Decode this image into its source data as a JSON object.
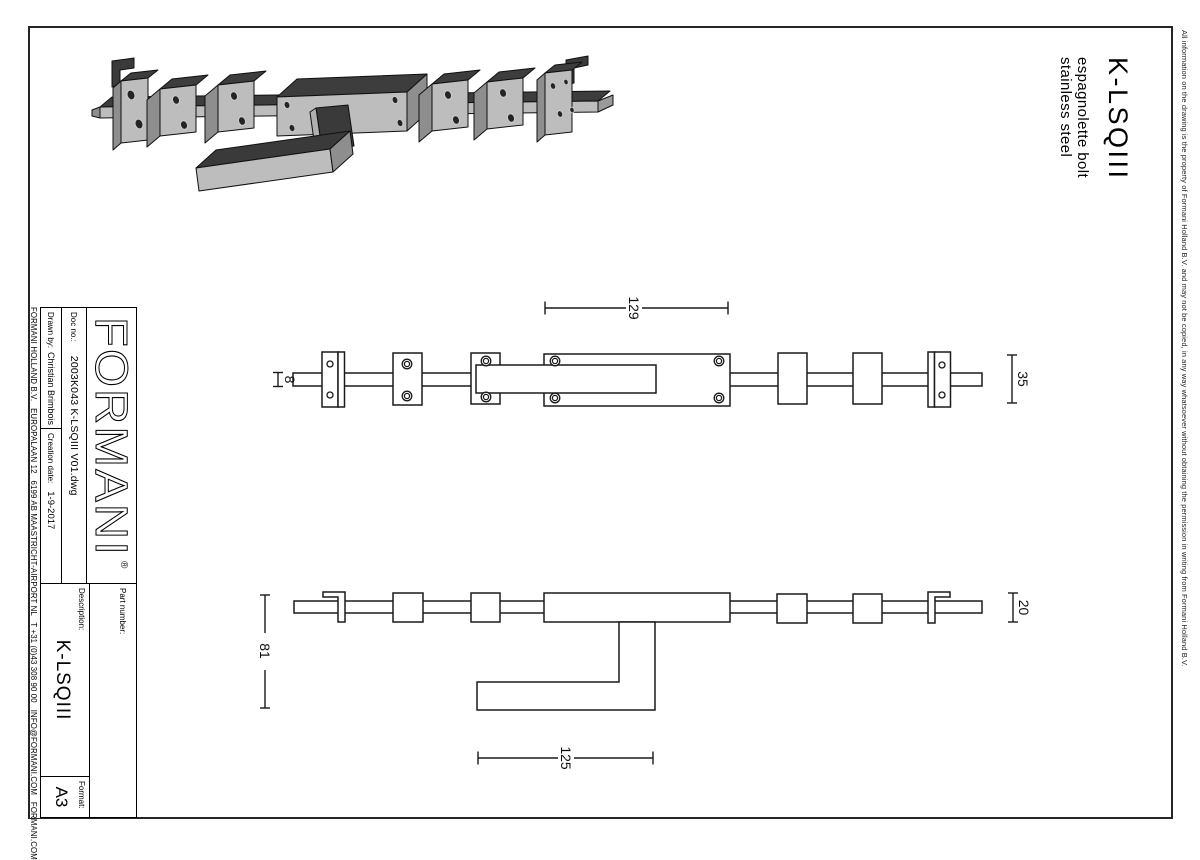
{
  "page": {
    "heading": {
      "title": "K-LSQIII",
      "subtitle_line1": "espagnolette bolt",
      "subtitle_line2": "stainless steel"
    },
    "disclaimer": "All information on the drawing is the property of Formani Holland B.V. and may not be copied, in any way whatsoever without obtaining the permission in writing from Formani Holland B.V."
  },
  "title_block": {
    "logo_text": "FORMANI",
    "logo_reg": "®",
    "doc_no_label": "Doc no.:",
    "doc_no_value": "2003K043 K-LSQIII V01.dwg",
    "drawn_by_label": "Drawn by:",
    "drawn_by_value": "Christian Brimbois",
    "creation_date_label": "Creation date:",
    "creation_date_value": "1-9-2017",
    "part_number_label": "Part number:",
    "part_number_value": "",
    "description_label": "Description:",
    "description_value": "K-LSQIII",
    "format_label": "Format:",
    "format_value": "A3",
    "company_line": "FORMANI HOLLAND B.V.   EUROPALAAN 12   6199 AB MAASTRICHT-AIRPORT NL   T +31 (0)43 308 90 00   INFO@FORMANI.COM   FORMANI.COM"
  },
  "dimensions": {
    "front_length": "129",
    "rod_height": "8",
    "plate_height": "35",
    "side_overall_height": "81",
    "block_depth": "20",
    "handle_length": "125"
  }
}
